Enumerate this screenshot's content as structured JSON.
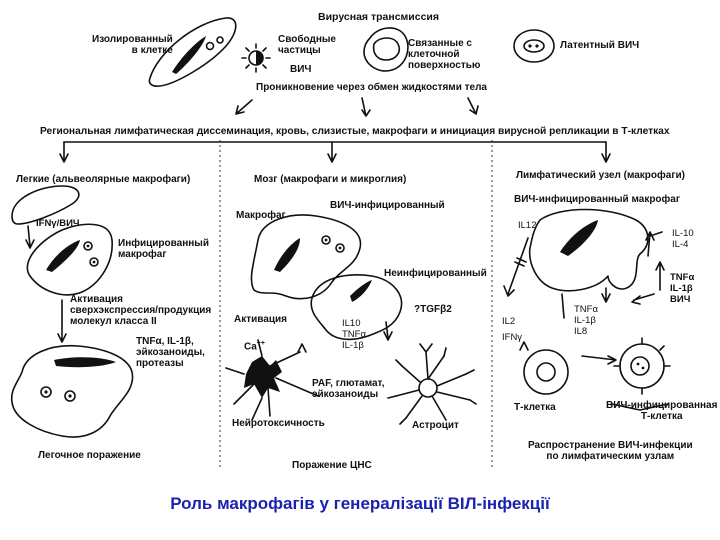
{
  "caption": "Роль макрофагів у генералізації ВІЛ-інфекції",
  "top": {
    "isolated_cell": "Изолированный\nв клетке",
    "viral_transmission": "Вирусная трансмиссия",
    "free_particles": "Свободные\nчастицы",
    "hiv": "ВИЧ",
    "surface_bound": "Связанные с\nклеточной\nповерхностью",
    "latent_hiv": "Латентный ВИЧ",
    "body_fluid_exchange": "Проникновение через обмен жидкостями тела",
    "regional_dissemination": "Региональная лимфатическая диссеминация, кровь, слизистые, макрофаги и инициация вирусной репликации в Т-клетках"
  },
  "lung": {
    "title": "Легкие (альвеолярные макрофаги)",
    "ifn_hiv": "IFNγ/ВИЧ",
    "infected_macrophage": "Инфицированный\nмакрофаг",
    "activation": "Активация\nсверхэкспрессия/продукция\nмолекул класса II",
    "cytokines": "TNFα, IL-1β,\nэйкозаноиды,\nпротеазы",
    "lesion": "Легочное поражение"
  },
  "brain": {
    "title": "Мозг (макрофаги и микроглия)",
    "macrophage": "Макрофаг",
    "hiv_infected": "ВИЧ-инфицированный",
    "uninfected": "Неинфицированный",
    "tgf": "?TGFβ2",
    "activation": "Активация",
    "calcium": "Ca",
    "calcium_sup": "++",
    "cytokines": "IL10\nTNFα\nIL-1β",
    "paf": "PAF, глютамат,\nэйкозаноиды",
    "neurotoxicity": "Нейротоксичность",
    "astrocyte": "Астроцит",
    "lesion": "Поражение ЦНС"
  },
  "lymph": {
    "title": "Лимфатический узел (макрофаги)",
    "hiv_macrophage": "ВИЧ-инфицированный макрофаг",
    "il12": "IL12",
    "il10_il4": "IL-10\nIL-4",
    "tnf_right": "TNFα\nIL-1β\nВИЧ",
    "il2_ifn": "IL2\nIFNγ",
    "tnf_mid": "TNFα\nIL-1β\nIL8",
    "t_cell": "Т-клетка",
    "hiv_t_cell": "ВИЧ-инфицированная\nТ-клетка",
    "spread": "Распространение ВИЧ-инфекции\nпо лимфатическим узлам"
  }
}
